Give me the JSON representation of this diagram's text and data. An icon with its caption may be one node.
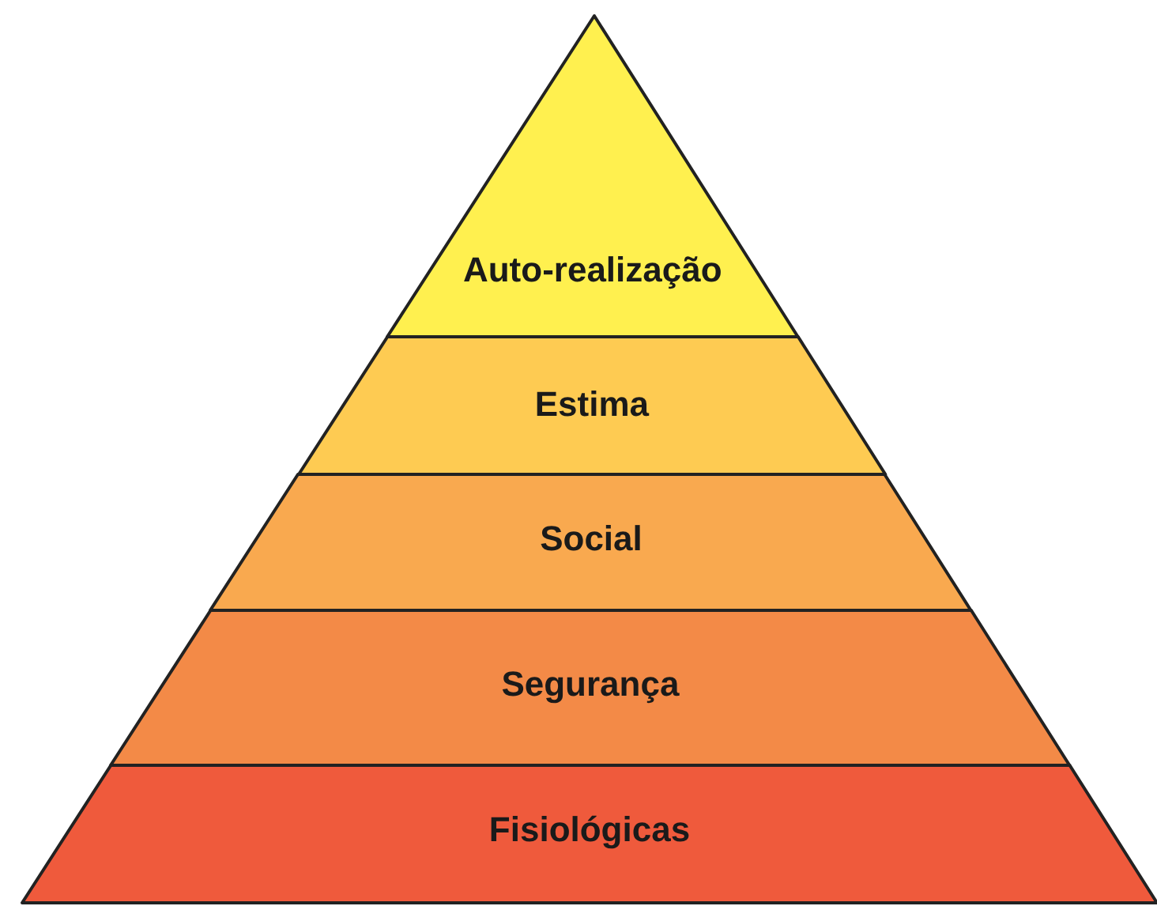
{
  "diagram": {
    "nodes": [
      {
        "text": [
          "Auto-realização"
        ]
      },
      {
        "text": [
          "Estima"
        ]
      },
      {
        "text": [
          "Social"
        ]
      },
      {
        "text": [
          "Segurança"
        ]
      },
      {
        "text": [
          "Fisiológicas"
        ]
      }
    ]
  }
}
